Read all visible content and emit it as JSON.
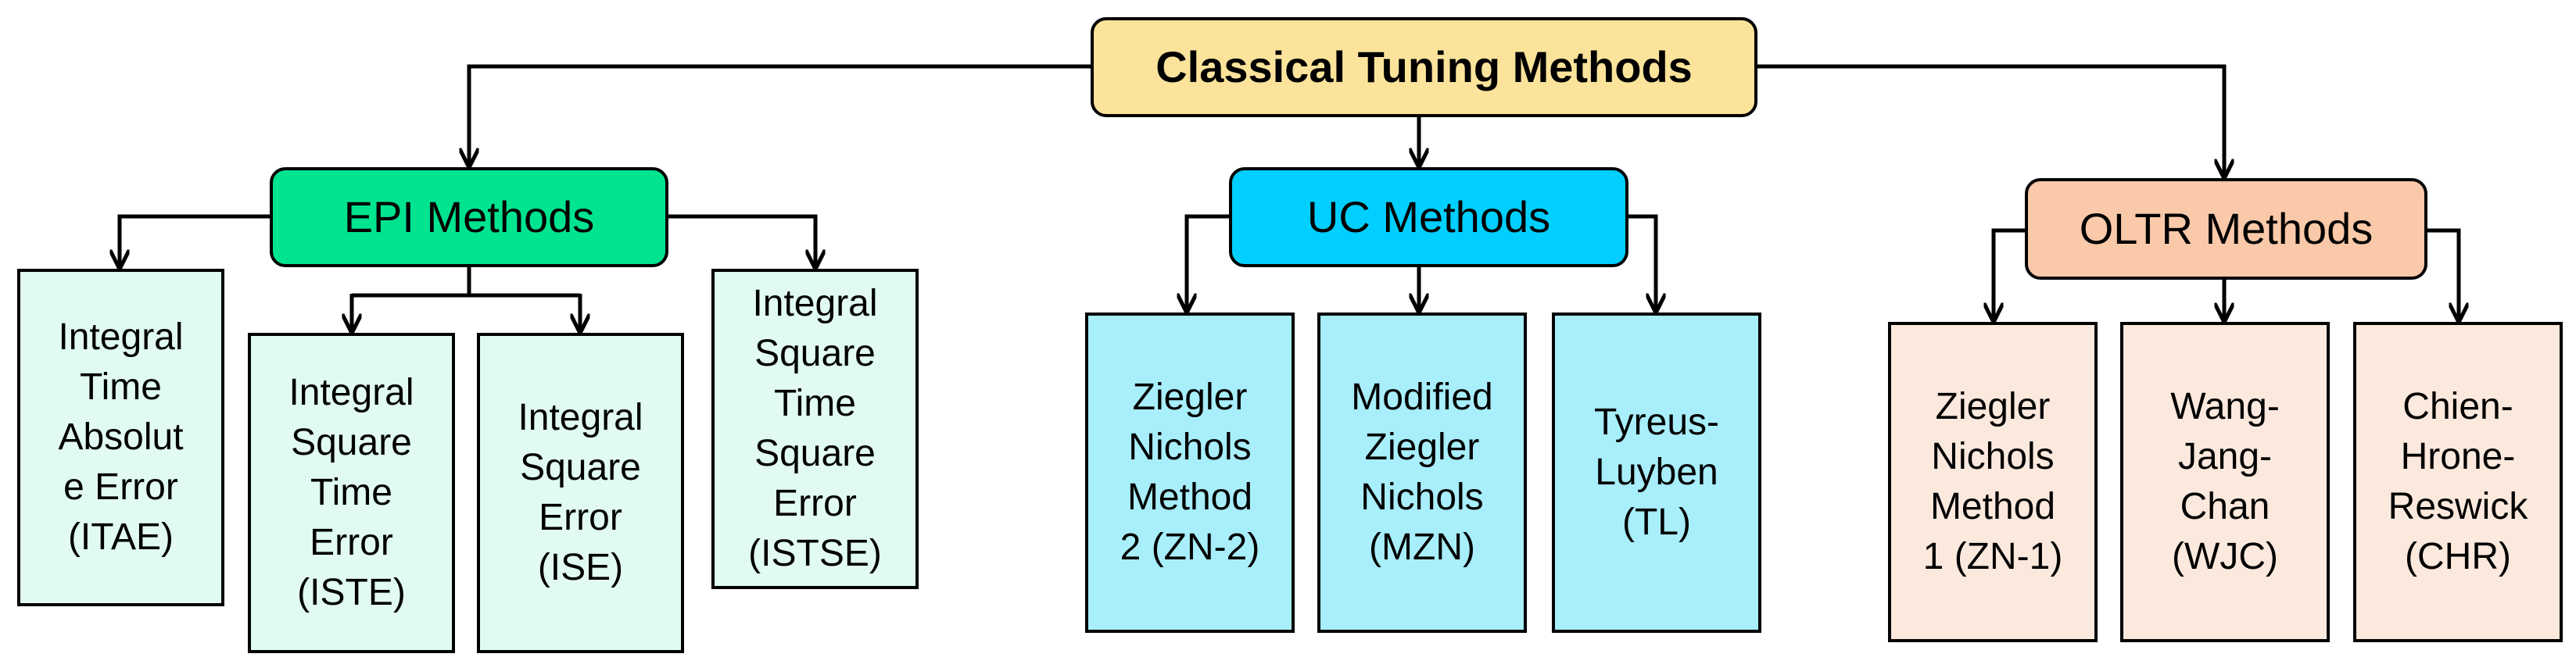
{
  "root": {
    "label": "Classical Tuning Methods"
  },
  "colors": {
    "root_fill": "#fbe39b",
    "epi_fill": "#00e38f",
    "epi_leaf_fill": "#e1fbf0",
    "uc_fill": "#00cfff",
    "uc_leaf_fill": "#a8eefb",
    "oltr_fill": "#f9c9a9",
    "oltr_leaf_fill": "#fce9dd",
    "line": "#000000"
  },
  "categories": {
    "epi": {
      "label": "EPI Methods",
      "leaves": [
        "Integral\nTime\nAbsolut\ne Error\n(ITAE)",
        "Integral\nSquare\nTime\nError\n(ISTE)",
        "Integral\nSquare\nError\n(ISE)",
        "Integral\nSquare\nTime\nSquare\nError\n(ISTSE)"
      ]
    },
    "uc": {
      "label": "UC Methods",
      "leaves": [
        "Ziegler\nNichols\nMethod\n2 (ZN-2)",
        "Modified\nZiegler\nNichols\n(MZN)",
        "Tyreus-\nLuyben\n(TL)"
      ]
    },
    "oltr": {
      "label": "OLTR Methods",
      "leaves": [
        "Ziegler\nNichols\nMethod\n1 (ZN-1)",
        "Wang-\nJang-\nChan\n(WJC)",
        "Chien-\nHrone-\nReswick\n(CHR)"
      ]
    }
  }
}
